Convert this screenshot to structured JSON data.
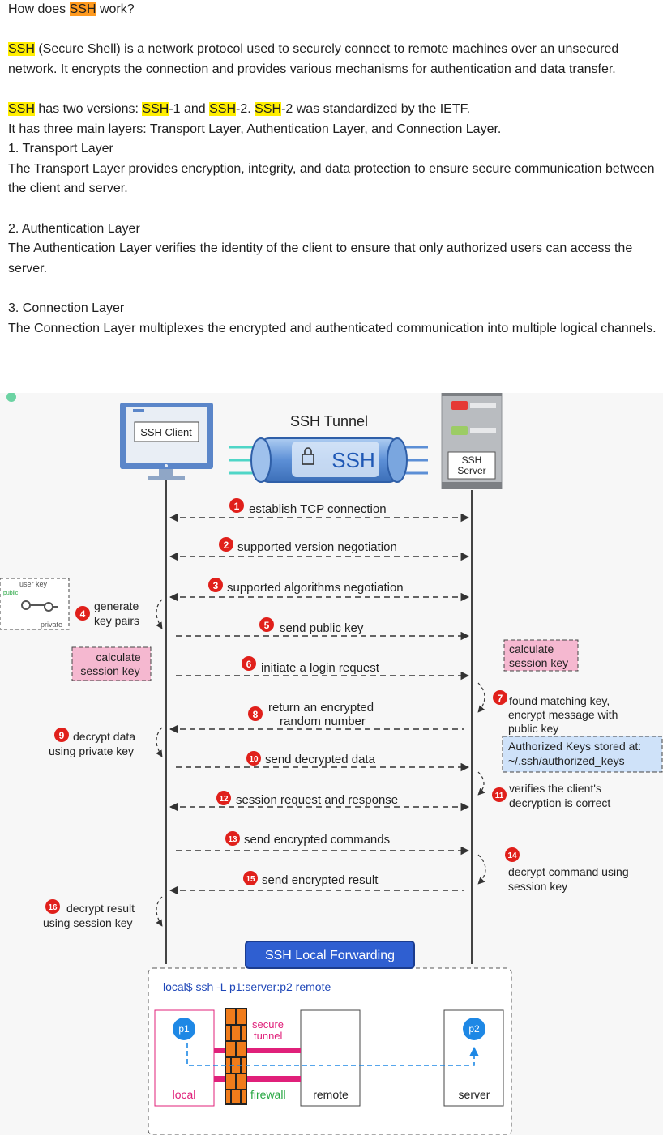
{
  "article": {
    "q_before": "How does ",
    "q_hl": "SSH",
    "q_after": " work?",
    "p1_hl": "SSH",
    "p1_rest": " (Secure Shell) is a network protocol used to securely connect to remote machines over an unsecured network. It encrypts the connection and provides various mechanisms for authentication and data transfer.",
    "p2": {
      "s1": "SSH",
      "s2": " has two versions: ",
      "s3": "SSH",
      "s4": "-1 and ",
      "s5": "SSH",
      "s6": "-2. ",
      "s7": "SSH",
      "s8": "-2 was standardized by the IETF."
    },
    "p2_line2": "It has three main layers: Transport Layer, Authentication Layer, and Connection Layer.",
    "layer1_title": "1. Transport Layer",
    "layer1_text": "The Transport Layer provides encryption, integrity, and data protection to ensure secure communication between the client and server.",
    "layer2_title": "2. Authentication Layer",
    "layer2_text": "The Authentication Layer verifies the identity of the client to ensure that only authorized users can access the server.",
    "layer3_title": "3. Connection Layer",
    "layer3_text": "The Connection Layer multiplexes the encrypted and authenticated communication into multiple logical channels."
  },
  "diagram": {
    "client_label": "SSH Client",
    "tunnel_title": "SSH Tunnel",
    "tunnel_label": "SSH",
    "server_label_1": "SSH",
    "server_label_2": "Server",
    "steps": {
      "s1": "establish TCP connection",
      "s2": "supported version negotiation",
      "s3": "supported algorithms negotiation",
      "s4a": "generate",
      "s4b": "key pairs",
      "s5": "send public key",
      "s6": "initiate a login request",
      "s7a": "found matching key,",
      "s7b": "encrypt message with",
      "s7c": "public key",
      "s8a": "return an encrypted",
      "s8b": "random number",
      "s9a": "decrypt data",
      "s9b": "using private key",
      "s10": "send decrypted data",
      "s11a": "verifies the client's",
      "s11b": "decryption is correct",
      "s12": "session request and response",
      "s13": "send encrypted commands",
      "s14a": "decrypt command using",
      "s14b": "session key",
      "s15": "send encrypted result",
      "s16a": "decrypt result",
      "s16b": "using session key"
    },
    "numbers": [
      "1",
      "2",
      "3",
      "4",
      "5",
      "6",
      "7",
      "8",
      "9",
      "10",
      "11",
      "12",
      "13",
      "14",
      "15",
      "16"
    ],
    "user_key": "user key",
    "public_tag": "public",
    "private_tag": "private",
    "calc_left_1": "calculate",
    "calc_left_2": "session key",
    "calc_right_1": "calculate",
    "calc_right_2": "session key",
    "auth_keys_1": "Authorized Keys stored at:",
    "auth_keys_2": "~/.ssh/authorized_keys",
    "forwarding_title": "SSH Local Forwarding",
    "command": "local$  ssh  -L p1:server:p2 remote",
    "p1": "p1",
    "p2": "p2",
    "local": "local",
    "secure_1": "secure",
    "secure_2": "tunnel",
    "firewall": "firewall",
    "remote": "remote",
    "server": "server"
  },
  "colors": {
    "highlight_yellow": "#ffee00",
    "highlight_orange": "#ff9a1f",
    "step_red": "#e0201b",
    "tunnel_blue": "#5c8fd6",
    "forwarding_blue": "#2f5fd1",
    "pink": "#f5b8d0",
    "light_blue": "#cfe2f9",
    "firewall_orange": "#f07c1b",
    "magenta": "#e0207a",
    "p_blue": "#1e88e5",
    "green": "#26a641"
  }
}
